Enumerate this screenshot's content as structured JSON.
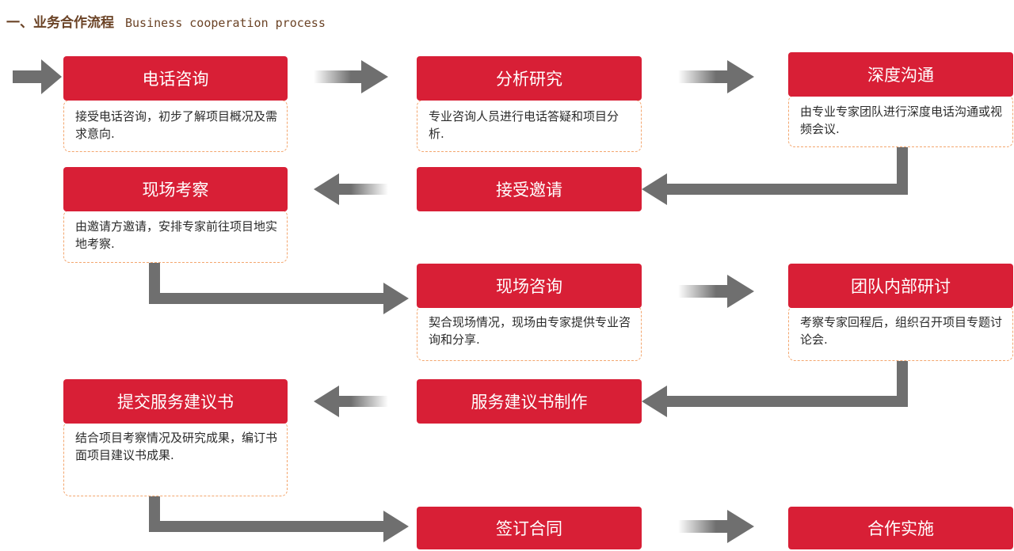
{
  "heading": {
    "title_cn": "一、业务合作流程",
    "title_en": "Business cooperation process"
  },
  "steps": [
    {
      "label": "电话咨询",
      "desc": "接受电话咨询，初步了解项目概况及需求意向."
    },
    {
      "label": "分析研究",
      "desc": "专业咨询人员进行电话答疑和项目分析."
    },
    {
      "label": "深度沟通",
      "desc": "由专业专家团队进行深度电话沟通或视频会议."
    },
    {
      "label": "接受邀请"
    },
    {
      "label": "现场考察",
      "desc": "由邀请方邀请，安排专家前往项目地实地考察."
    },
    {
      "label": "现场咨询",
      "desc": "契合现场情况，现场由专家提供专业咨询和分享."
    },
    {
      "label": "团队内部研讨",
      "desc": "考察专家回程后，组织召开项目专题讨论会."
    },
    {
      "label": "服务建议书制作"
    },
    {
      "label": "提交服务建议书",
      "desc": "结合项目考察情况及研究成果，编订书面项目建议书成果."
    },
    {
      "label": "签订合同"
    },
    {
      "label": "合作实施"
    }
  ],
  "colors": {
    "step_fill": "#d81f36",
    "arrow": "#6f6f6f",
    "note_border": "#f3a66e",
    "heading": "#6b4326"
  }
}
